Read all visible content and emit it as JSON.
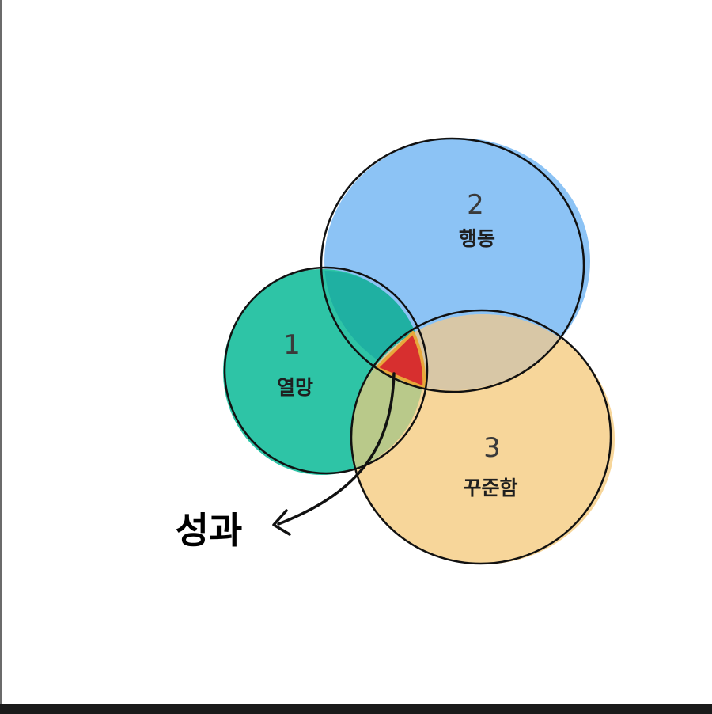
{
  "diagram": {
    "circles": {
      "passion": {
        "number": "1",
        "label": "열망",
        "color": "#2ec4a6"
      },
      "action": {
        "number": "2",
        "label": "행동",
        "color": "#8cc3f5"
      },
      "persistence": {
        "number": "3",
        "label": "꾸준함",
        "color": "#f7d69a"
      }
    },
    "intersection_color": "#d72f2f",
    "result_label": "성과"
  }
}
